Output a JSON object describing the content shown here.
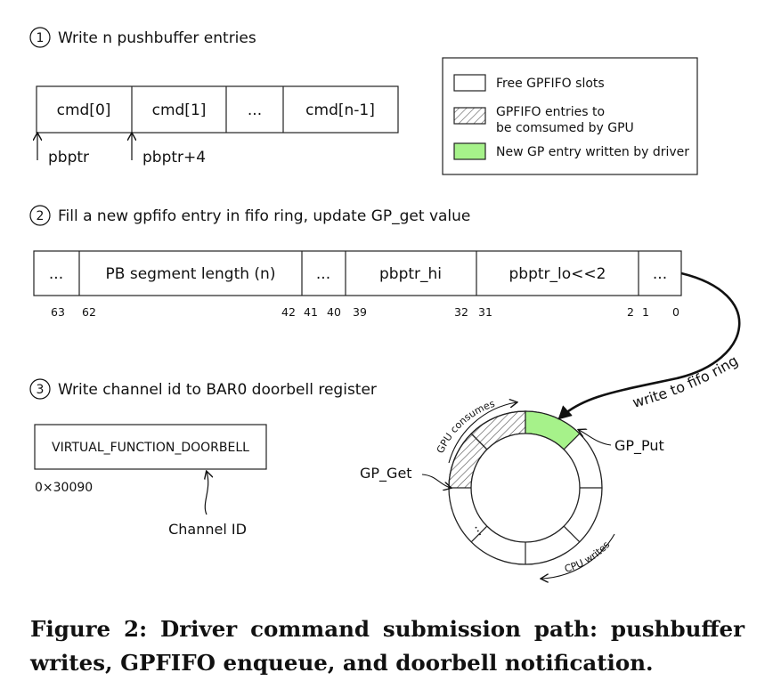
{
  "steps": {
    "step1": {
      "number": "1",
      "text": "Write n pushbuffer entries"
    },
    "step2": {
      "number": "2",
      "text": "Fill a new gpfifo entry in fifo ring, update GP_get value"
    },
    "step3": {
      "number": "3",
      "text": "Write channel id to BAR0 doorbell register"
    }
  },
  "pushbuffer": {
    "cells": [
      "cmd[0]",
      "cmd[1]",
      "...",
      "cmd[n-1]"
    ],
    "pointers": [
      "pbptr",
      "pbptr+4"
    ]
  },
  "legend": {
    "free": "Free GPFIFO slots",
    "consumed_line1": "GPFIFO entries to",
    "consumed_line2": "be comsumed by GPU",
    "new": "New GP entry written by driver",
    "colors": {
      "new_entry": "#a6f28a",
      "border": "#222222"
    }
  },
  "gpfifo_entry": {
    "fields": [
      "...",
      "PB segment length (n)",
      "...",
      "pbptr_hi",
      "pbptr_lo<<2",
      "..."
    ],
    "bits": [
      "63",
      "62",
      "42",
      "41",
      "40",
      "39",
      "32",
      "31",
      "2",
      "1",
      "0"
    ]
  },
  "doorbell": {
    "register": "VIRTUAL_FUNCTION_DOORBELL",
    "address": "0×30090",
    "channel_label": "Channel ID"
  },
  "ring": {
    "write_label": "write to fifo ring",
    "gp_put": "GP_Put",
    "gp_get": "GP_Get",
    "gpu_consumes": "GPU consumes",
    "cpu_writes": "CPU writes",
    "dots": "..."
  },
  "caption": "Figure 2: Driver command submission path: pushbuffer writes, GPFIFO enqueue, and doorbell notification."
}
